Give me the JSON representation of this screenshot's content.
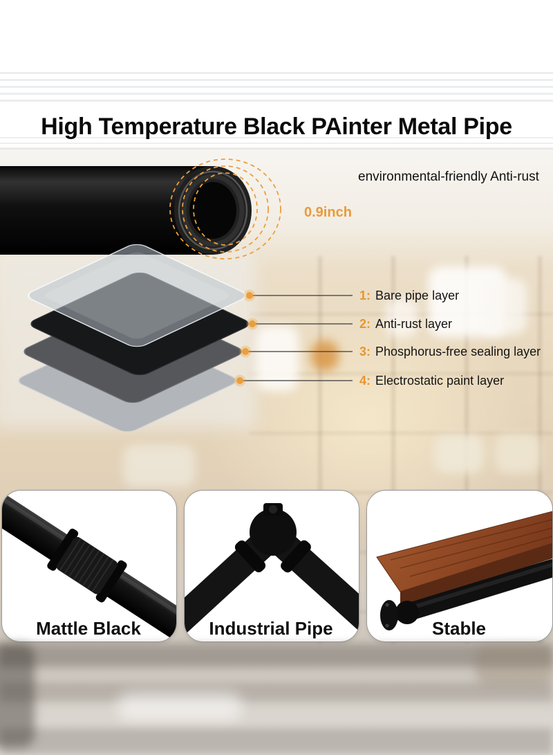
{
  "title": "High Temperature Black PAinter Metal Pipe",
  "hero": {
    "anti_rust_note": "environmental-friendly Anti-rust",
    "size_label": "0.9inch"
  },
  "layers": {
    "items": [
      {
        "num": "1:",
        "label": "Bare pipe layer"
      },
      {
        "num": "2:",
        "label": "Anti-rust layer"
      },
      {
        "num": "3:",
        "label": "Phosphorus-free sealing layer"
      },
      {
        "num": "4:",
        "label": "Electrostatic paint layer"
      }
    ]
  },
  "features": [
    {
      "label": "Mattle Black"
    },
    {
      "label": "Industrial Pipe"
    },
    {
      "label": "Stable"
    }
  ],
  "colors": {
    "accent_orange": "#E89B3C",
    "pipe_black": "#0d0d0d",
    "text_dark": "#111111",
    "layer_glass": "#bcc6cf",
    "layer_black": "#17181a",
    "layer_dark_gray": "#55575b",
    "layer_light_gray": "#b2b6bb"
  }
}
